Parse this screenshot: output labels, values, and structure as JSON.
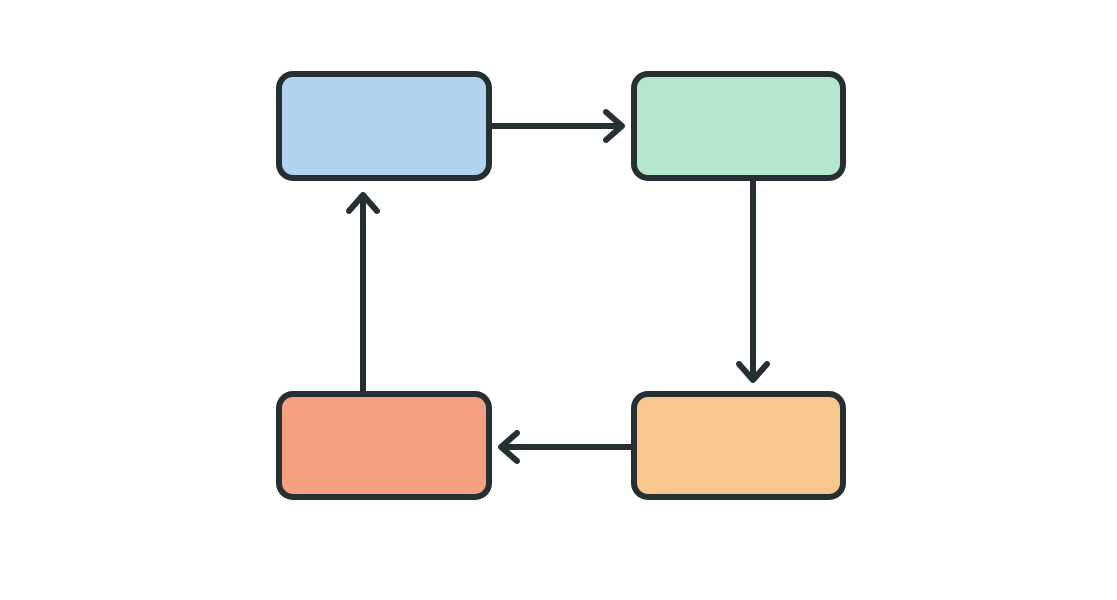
{
  "diagram": {
    "type": "cycle",
    "stroke_color": "#263033",
    "nodes": [
      {
        "id": "top-left",
        "fill": "#b2d3ef"
      },
      {
        "id": "top-right",
        "fill": "#b5e7cf"
      },
      {
        "id": "bottom-right",
        "fill": "#f7c78d"
      },
      {
        "id": "bottom-left",
        "fill": "#f4a081"
      }
    ],
    "edges": [
      {
        "from": "top-left",
        "to": "top-right"
      },
      {
        "from": "top-right",
        "to": "bottom-right"
      },
      {
        "from": "bottom-right",
        "to": "bottom-left"
      },
      {
        "from": "bottom-left",
        "to": "top-left"
      }
    ]
  }
}
